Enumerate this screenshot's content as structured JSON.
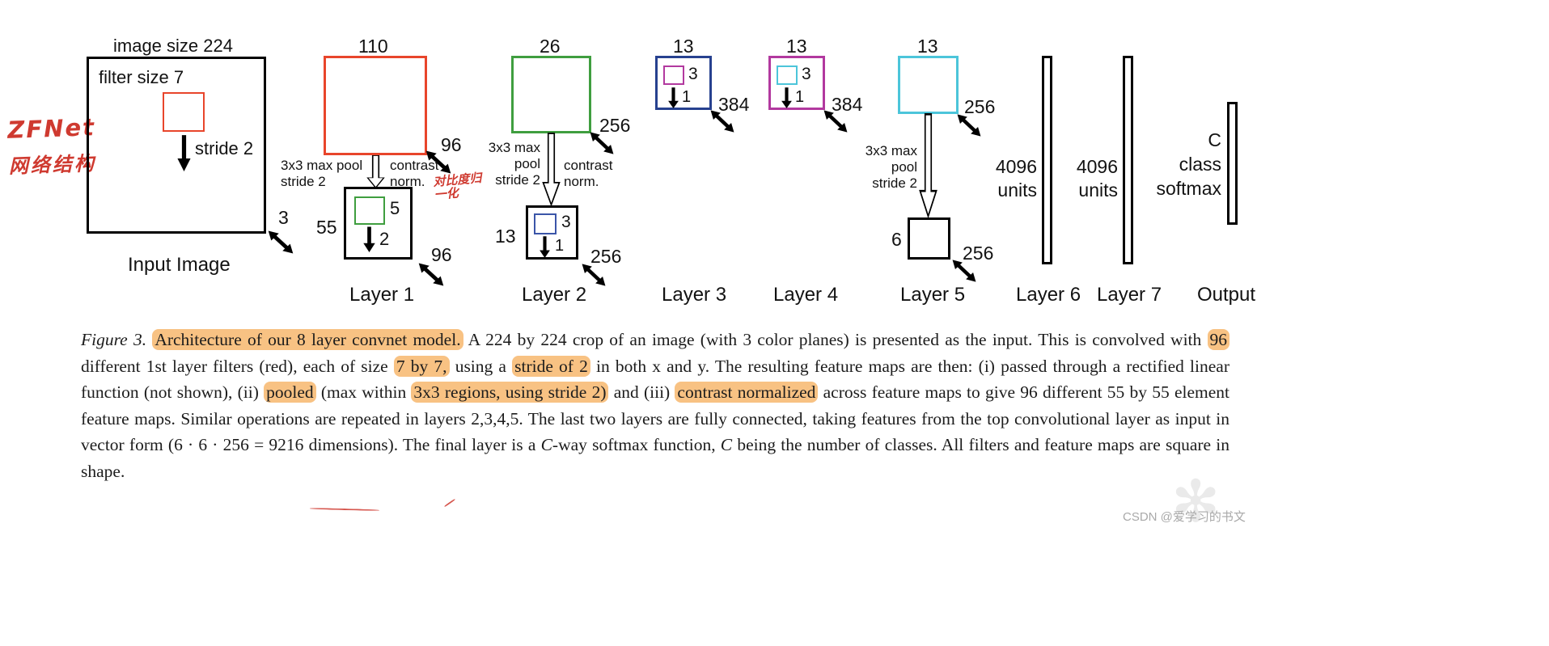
{
  "annotation": {
    "title_line1": "ZFNet",
    "title_line2": "网络结构",
    "contrast_note": "对比度归一化"
  },
  "diagram": {
    "input": {
      "size_label": "image size 224",
      "filter_label": "filter size 7",
      "stride_label": "stride 2",
      "depth_label": "3",
      "name": "Input Image"
    },
    "layer1": {
      "conv_size": "110",
      "conv_depth": "96",
      "pool_label": "3x3 max pool\nstride 2",
      "contrast_label": "contrast\nnorm.",
      "pool_size": "55",
      "filter_size": "5",
      "stride": "2",
      "pool_depth": "96",
      "name": "Layer 1"
    },
    "layer2": {
      "conv_size": "26",
      "conv_depth": "256",
      "pool_label": "3x3 max\npool\nstride 2",
      "contrast_label": "contrast\nnorm.",
      "pool_size": "13",
      "filter_size": "3",
      "stride": "1",
      "pool_depth": "256",
      "name": "Layer 2"
    },
    "layer3": {
      "conv_size": "13",
      "filter_size": "3",
      "stride": "1",
      "conv_depth": "384",
      "name": "Layer 3"
    },
    "layer4": {
      "conv_size": "13",
      "filter_size": "3",
      "stride": "1",
      "conv_depth": "384",
      "name": "Layer 4"
    },
    "layer5": {
      "conv_size": "13",
      "conv_depth": "256",
      "pool_label": "3x3 max\npool\nstride 2",
      "pool_size": "6",
      "pool_depth": "256",
      "name": "Layer 5"
    },
    "layer6": {
      "units_label": "4096\nunits",
      "name": "Layer 6"
    },
    "layer7": {
      "units_label": "4096\nunits",
      "name": "Layer 7"
    },
    "output": {
      "label": "C\nclass\nsoftmax",
      "name": "Output"
    }
  },
  "caption": {
    "segments": [
      {
        "t": "Figure 3. ",
        "style": "italic"
      },
      {
        "t": "Architecture of our 8 layer convnet model.",
        "hl": true
      },
      {
        "t": " A 224 by 224 crop of an image (with 3 color planes) is presented as the input. This is convolved with "
      },
      {
        "t": "96",
        "hl": true
      },
      {
        "t": " different 1st layer filters (red), each of size "
      },
      {
        "t": "7 by 7,",
        "hl": true
      },
      {
        "t": " using a "
      },
      {
        "t": "stride of 2",
        "hl": true
      },
      {
        "t": " in both x and y. The resulting feature maps are then: (i) passed through a rectified linear function (not shown), (ii) "
      },
      {
        "t": "pooled",
        "hl": true
      },
      {
        "t": " (max within "
      },
      {
        "t": "3x3 regions, using stride 2)",
        "hl": true
      },
      {
        "t": " and (iii) "
      },
      {
        "t": "contrast normalized",
        "hl": true
      },
      {
        "t": " across feature maps to give 96 different 55 by 55 element feature maps. Similar operations are repeated in layers 2,3,4,5. The last two layers are fully connected, taking features from the top convolutional layer as input in vector form (6 · 6 · 256 = 9216 dimensions). The final layer is a "
      },
      {
        "t": "C",
        "style": "italic"
      },
      {
        "t": "-way softmax function, "
      },
      {
        "t": "C",
        "style": "italic"
      },
      {
        "t": " being the number of classes. All filters and feature maps are square in shape."
      }
    ]
  },
  "watermark": "CSDN @爱学习的书文",
  "colors": {
    "red": "#e8452b",
    "green": "#3f9e3f",
    "navy": "#27418f",
    "blue": "#3b55a8",
    "magenta": "#b2399f",
    "cyan": "#4cc5da",
    "highlight": "#f8c283",
    "annotation_red": "#cf3a30"
  }
}
